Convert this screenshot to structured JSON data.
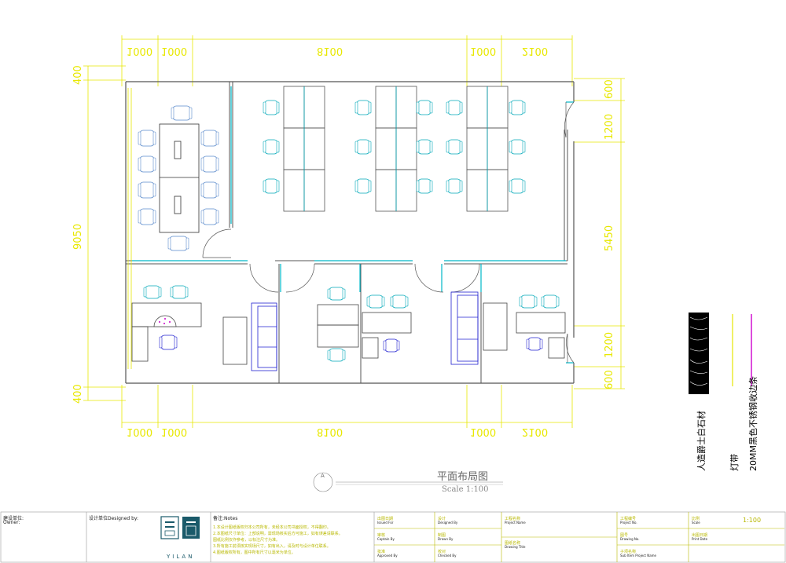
{
  "drawing": {
    "title": "平面布局图",
    "scale": "Scale 1:100",
    "section_mark": "A"
  },
  "dimensions": {
    "top": [
      "1000",
      "1000",
      "8100",
      "1000",
      "2100"
    ],
    "bottom": [
      "1000",
      "1000",
      "8100",
      "1000",
      "2100"
    ],
    "left": [
      "400",
      "9050",
      "400"
    ],
    "right": [
      "600",
      "1200",
      "5450",
      "1200",
      "600"
    ]
  },
  "legend": {
    "items": [
      {
        "label": "人造爵士白石材",
        "icon": "marble-swatch-icon"
      },
      {
        "label": "灯带",
        "color": "#e6e600"
      },
      {
        "label": "20MM黑色不锈钢收边条",
        "color": "#cc00cc"
      }
    ]
  },
  "title_block": {
    "owner_label": "建设单位:",
    "owner_label_en": "Owner:",
    "designer_label": "设计单位Designed by:",
    "logo_text": "YILAN",
    "notes_label": "备注:Notes",
    "notes": [
      "1.本设计图纸版权归本公司所有，未经本公司书面授权，不得翻印。",
      "2.本图纸尺寸单位：上部说明，需现场核实后方可施工，如有误差请联系。",
      "  图纸比例仅作参考，以标注尺寸为准。",
      "3.所有施工前须核实现场尺寸，如有出入，请及时与设计单位联系。",
      "4.图纸版权所有，图中所有尺寸以毫米为单位。"
    ],
    "fields": [
      {
        "label": "出图日期",
        "sub": "Issued For"
      },
      {
        "label": "审核",
        "sub": "Captain By"
      },
      {
        "label": "批准",
        "sub": "Approved By"
      },
      {
        "label": "设计",
        "sub": "Designed By"
      },
      {
        "label": "制图",
        "sub": "Drawn By"
      },
      {
        "label": "校对",
        "sub": "Checked By"
      },
      {
        "label": "工程名称",
        "sub": "Project Name"
      },
      {
        "label": "图纸名称",
        "sub": "Drawing Title"
      },
      {
        "label": "工程编号",
        "sub": "Project No."
      },
      {
        "label": "图号",
        "sub": "Drawing No."
      },
      {
        "label": "子项名称",
        "sub": "Sub Item Project Name"
      },
      {
        "label": "比例",
        "sub": "Scale"
      },
      {
        "label": "出图日期",
        "sub": "Print Date"
      }
    ],
    "scale_value": "1:100"
  },
  "colors": {
    "wall": "#555555",
    "glass": "#00b8c8",
    "dimension": "#e8e800",
    "furniture_cyan": "#00a8b8",
    "chair_blue": "#2020d0",
    "marble_purple": "#cc00cc"
  }
}
